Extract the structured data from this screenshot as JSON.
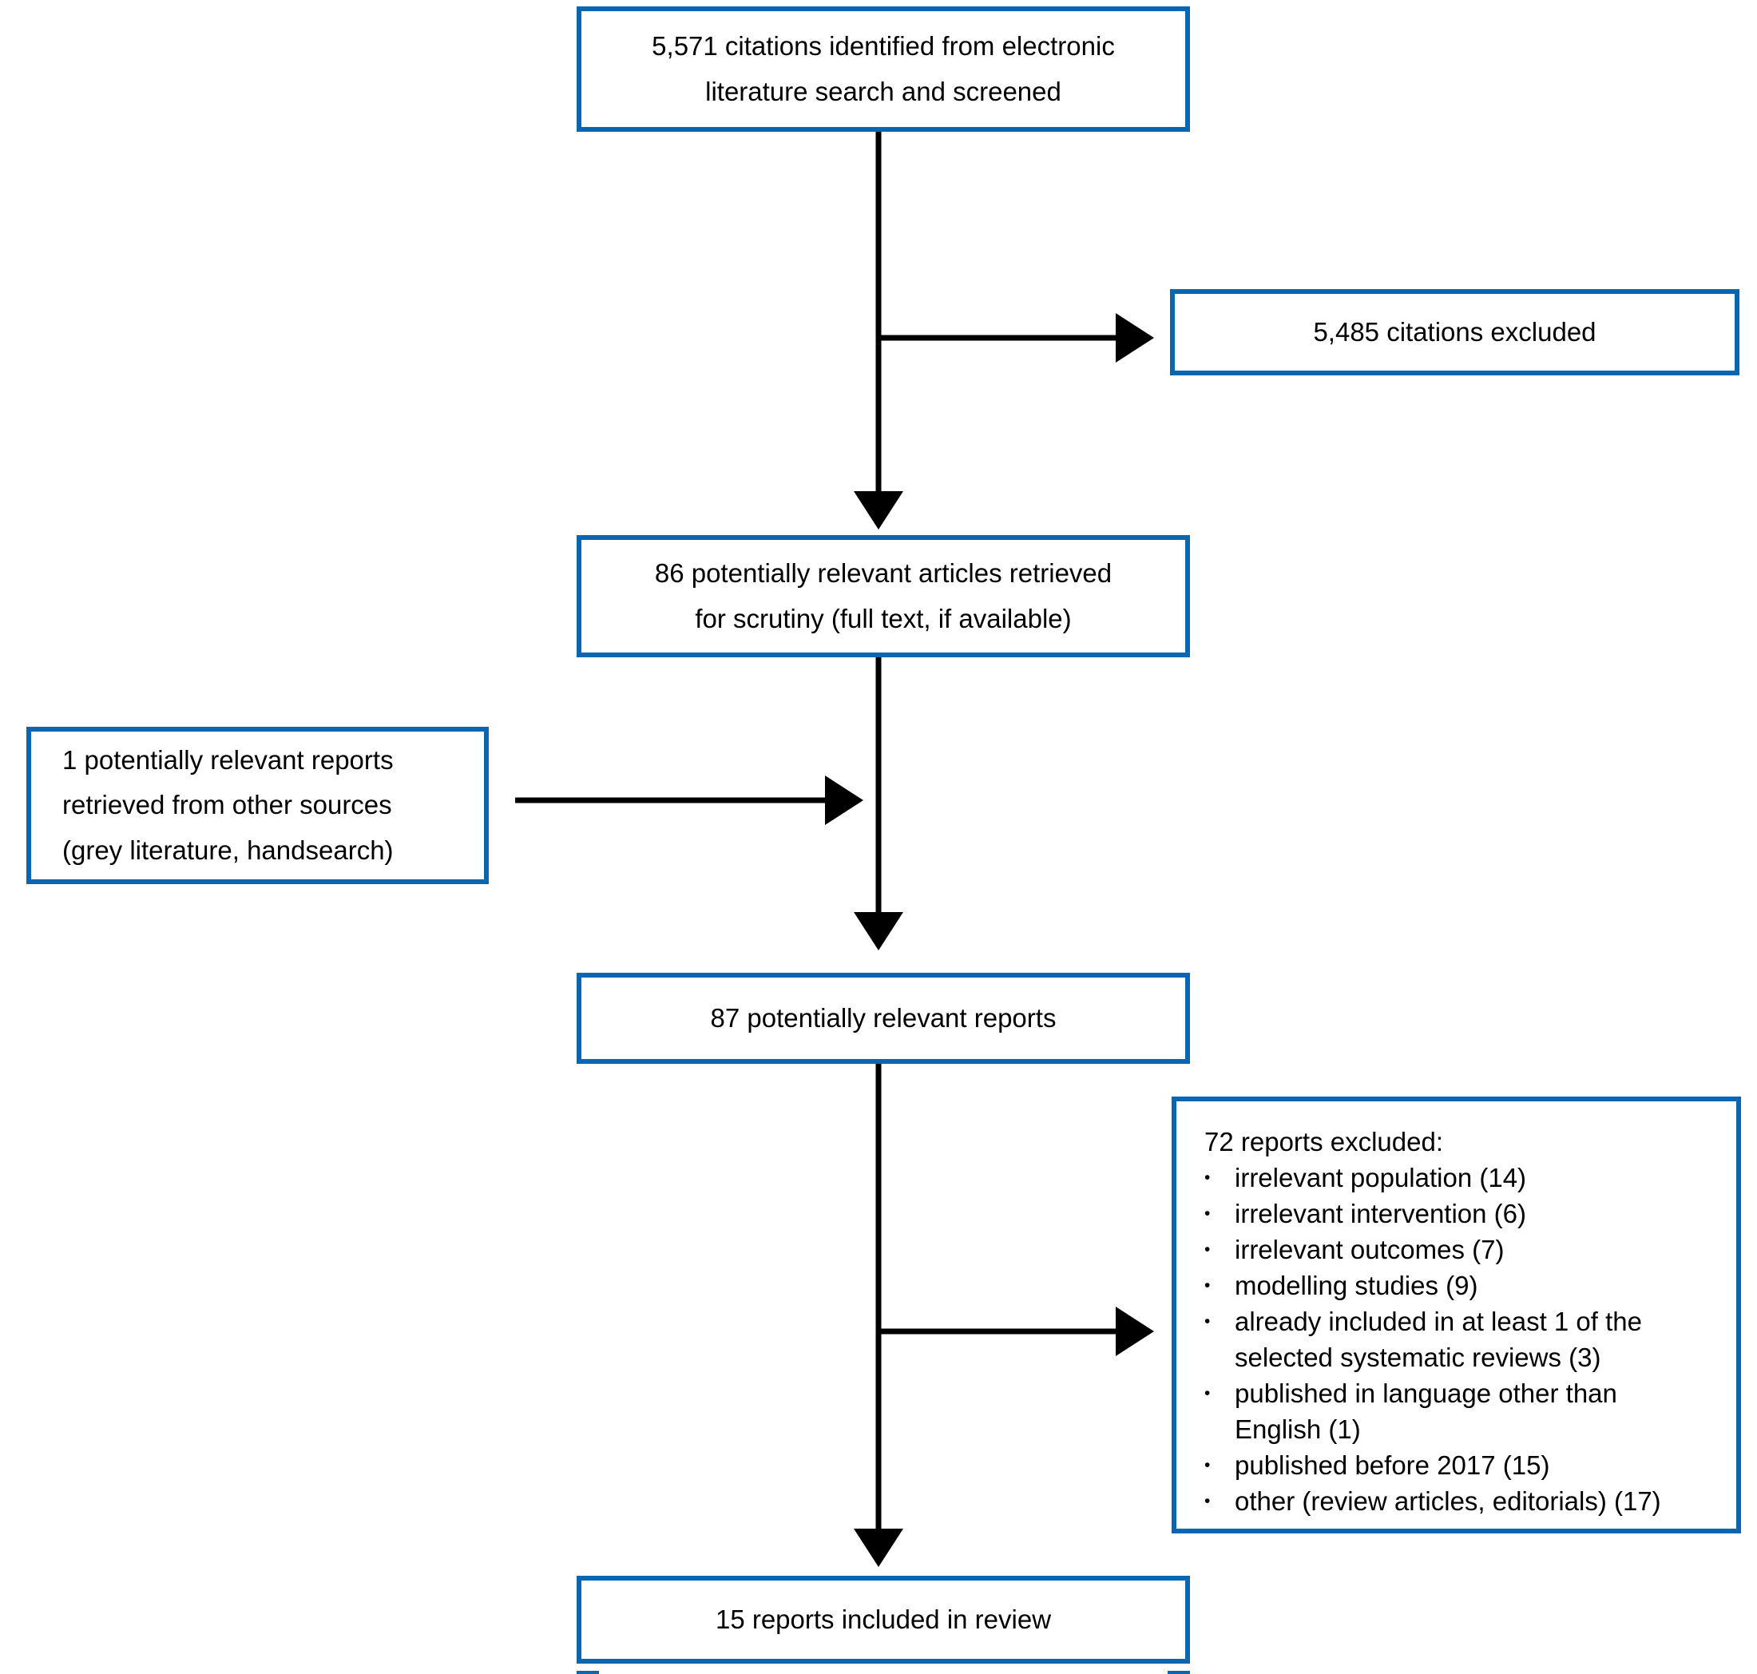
{
  "diagram_type": "prisma-flowchart",
  "colors": {
    "box_border": "#0b66b1",
    "connector": "#000000",
    "text": "#000000",
    "background": "#ffffff"
  },
  "boxes": {
    "identified": {
      "lines": [
        "5,571 citations identified from electronic",
        "literature search and screened"
      ]
    },
    "excluded_citations": {
      "lines": [
        "5,485 citations excluded"
      ]
    },
    "retrieved": {
      "lines": [
        "86 potentially relevant articles retrieved",
        "for scrutiny (full text, if available)"
      ]
    },
    "other_sources": {
      "lines": [
        "1 potentially relevant reports",
        "retrieved from other sources",
        "(grey literature, handsearch)"
      ]
    },
    "potentially_relevant": {
      "lines": [
        "87 potentially relevant reports"
      ]
    },
    "excluded_reports": {
      "title": "72 reports excluded:",
      "bullet_glyph": "•",
      "items": [
        {
          "lines": [
            "irrelevant population (14)"
          ]
        },
        {
          "lines": [
            "irrelevant intervention (6)"
          ]
        },
        {
          "lines": [
            "irrelevant outcomes (7)"
          ]
        },
        {
          "lines": [
            "modelling studies (9)"
          ]
        },
        {
          "lines": [
            "already included in at least 1 of the",
            "selected systematic reviews (3)"
          ]
        },
        {
          "lines": [
            "published in language other than",
            "English (1)"
          ]
        },
        {
          "lines": [
            "published before 2017 (15)"
          ]
        },
        {
          "lines": [
            "other (review articles, editorials) (17)"
          ]
        }
      ]
    },
    "included": {
      "lines": [
        "15 reports included in review"
      ]
    }
  }
}
